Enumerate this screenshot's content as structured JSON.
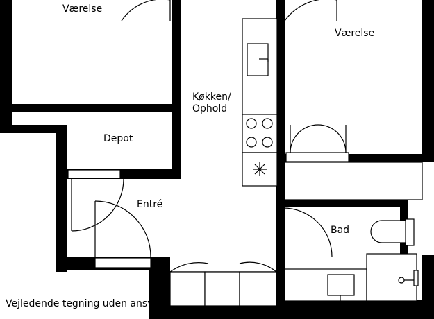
{
  "rooms": {
    "vaerelse_left": "Værelse",
    "vaerelse_right": "Værelse",
    "kitchen_line1": "Køkken/",
    "kitchen_line2": "Ophold",
    "depot": "Depot",
    "entre": "Entré",
    "bad": "Bad"
  },
  "disclaimer": "Vejledende tegning uden ansvar"
}
